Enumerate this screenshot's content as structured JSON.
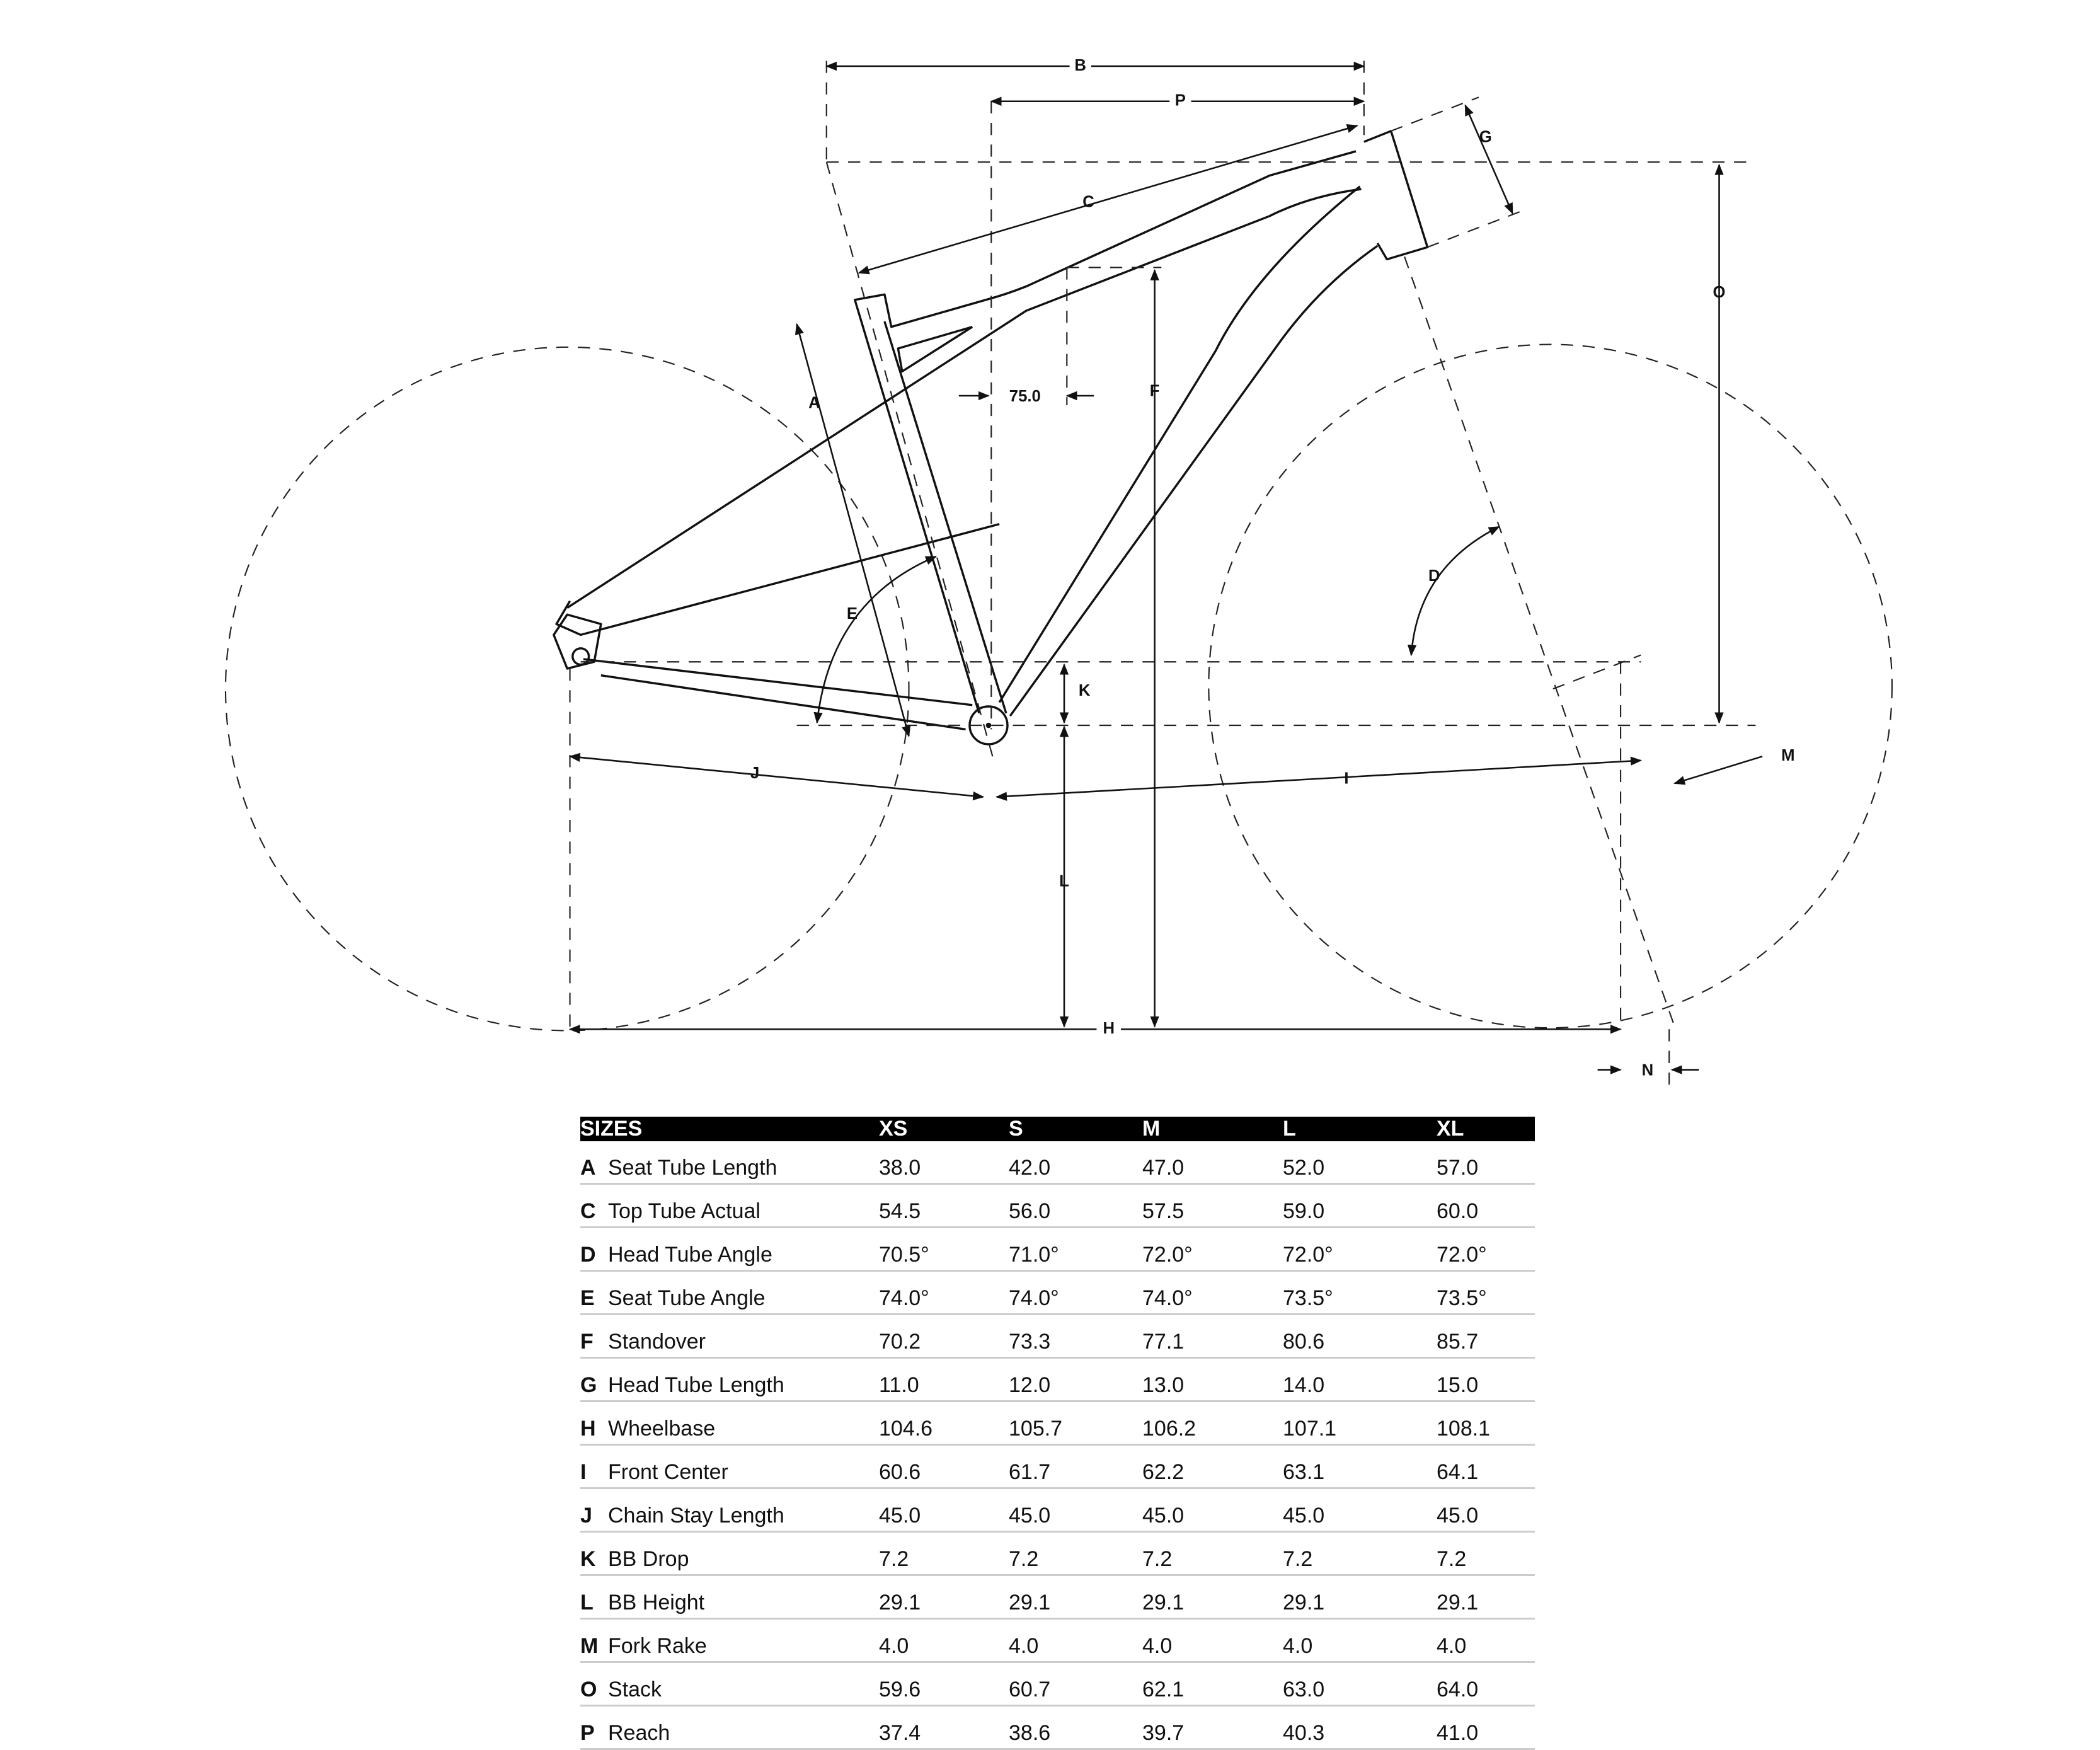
{
  "diagram": {
    "labels": {
      "A": "A",
      "B": "B",
      "C": "C",
      "D": "D",
      "E": "E",
      "F": "F",
      "G": "G",
      "H": "H",
      "I": "I",
      "J": "J",
      "K": "K",
      "L": "L",
      "M": "M",
      "N": "N",
      "O": "O",
      "P": "P"
    },
    "seat_angle_offset": "75.0"
  },
  "table": {
    "header": [
      "SIZES",
      "XS",
      "S",
      "M",
      "L",
      "XL"
    ],
    "rows": [
      {
        "letter": "A",
        "name": "Seat Tube Length",
        "values": [
          "38.0",
          "42.0",
          "47.0",
          "52.0",
          "57.0"
        ]
      },
      {
        "letter": "C",
        "name": "Top Tube Actual",
        "values": [
          "54.5",
          "56.0",
          "57.5",
          "59.0",
          "60.0"
        ]
      },
      {
        "letter": "D",
        "name": "Head Tube Angle",
        "values": [
          "70.5°",
          "71.0°",
          "72.0°",
          "72.0°",
          "72.0°"
        ]
      },
      {
        "letter": "E",
        "name": "Seat Tube Angle",
        "values": [
          "74.0°",
          "74.0°",
          "74.0°",
          "73.5°",
          "73.5°"
        ]
      },
      {
        "letter": "F",
        "name": "Standover",
        "values": [
          "70.2",
          "73.3",
          "77.1",
          "80.6",
          "85.7"
        ]
      },
      {
        "letter": "G",
        "name": "Head Tube Length",
        "values": [
          "11.0",
          "12.0",
          "13.0",
          "14.0",
          "15.0"
        ]
      },
      {
        "letter": "H",
        "name": "Wheelbase",
        "values": [
          "104.6",
          "105.7",
          "106.2",
          "107.1",
          "108.1"
        ]
      },
      {
        "letter": "I",
        "name": "Front Center",
        "values": [
          "60.6",
          "61.7",
          "62.2",
          "63.1",
          "64.1"
        ]
      },
      {
        "letter": "J",
        "name": "Chain Stay Length",
        "values": [
          "45.0",
          "45.0",
          "45.0",
          "45.0",
          "45.0"
        ]
      },
      {
        "letter": "K",
        "name": "BB Drop",
        "values": [
          "7.2",
          "7.2",
          "7.2",
          "7.2",
          "7.2"
        ]
      },
      {
        "letter": "L",
        "name": "BB Height",
        "values": [
          "29.1",
          "29.1",
          "29.1",
          "29.1",
          "29.1"
        ]
      },
      {
        "letter": "M",
        "name": "Fork Rake",
        "values": [
          "4.0",
          "4.0",
          "4.0",
          "4.0",
          "4.0"
        ]
      },
      {
        "letter": "O",
        "name": "Stack",
        "values": [
          "59.6",
          "60.7",
          "62.1",
          "63.0",
          "64.0"
        ]
      },
      {
        "letter": "P",
        "name": "Reach",
        "values": [
          "37.4",
          "38.6",
          "39.7",
          "40.3",
          "41.0"
        ]
      }
    ]
  }
}
